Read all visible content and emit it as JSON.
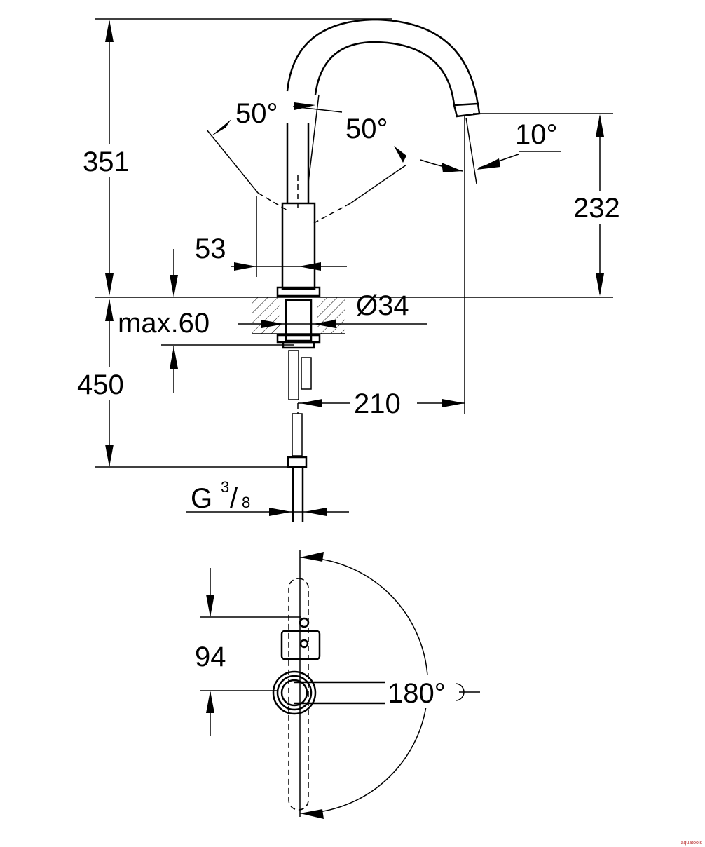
{
  "dimensions": {
    "height_total": "351",
    "height_spout": "232",
    "swivel_left": "50°",
    "swivel_right": "50°",
    "spout_tilt": "10°",
    "lever_offset": "53",
    "deck_thickness": "max.60",
    "hole_diameter": "Ø34",
    "hose_length": "450",
    "reach": "210",
    "thread_main": "G",
    "thread_num": "3",
    "thread_den": "8",
    "top_view_offset": "94",
    "rotation": "180°"
  },
  "watermark": "aquatools"
}
